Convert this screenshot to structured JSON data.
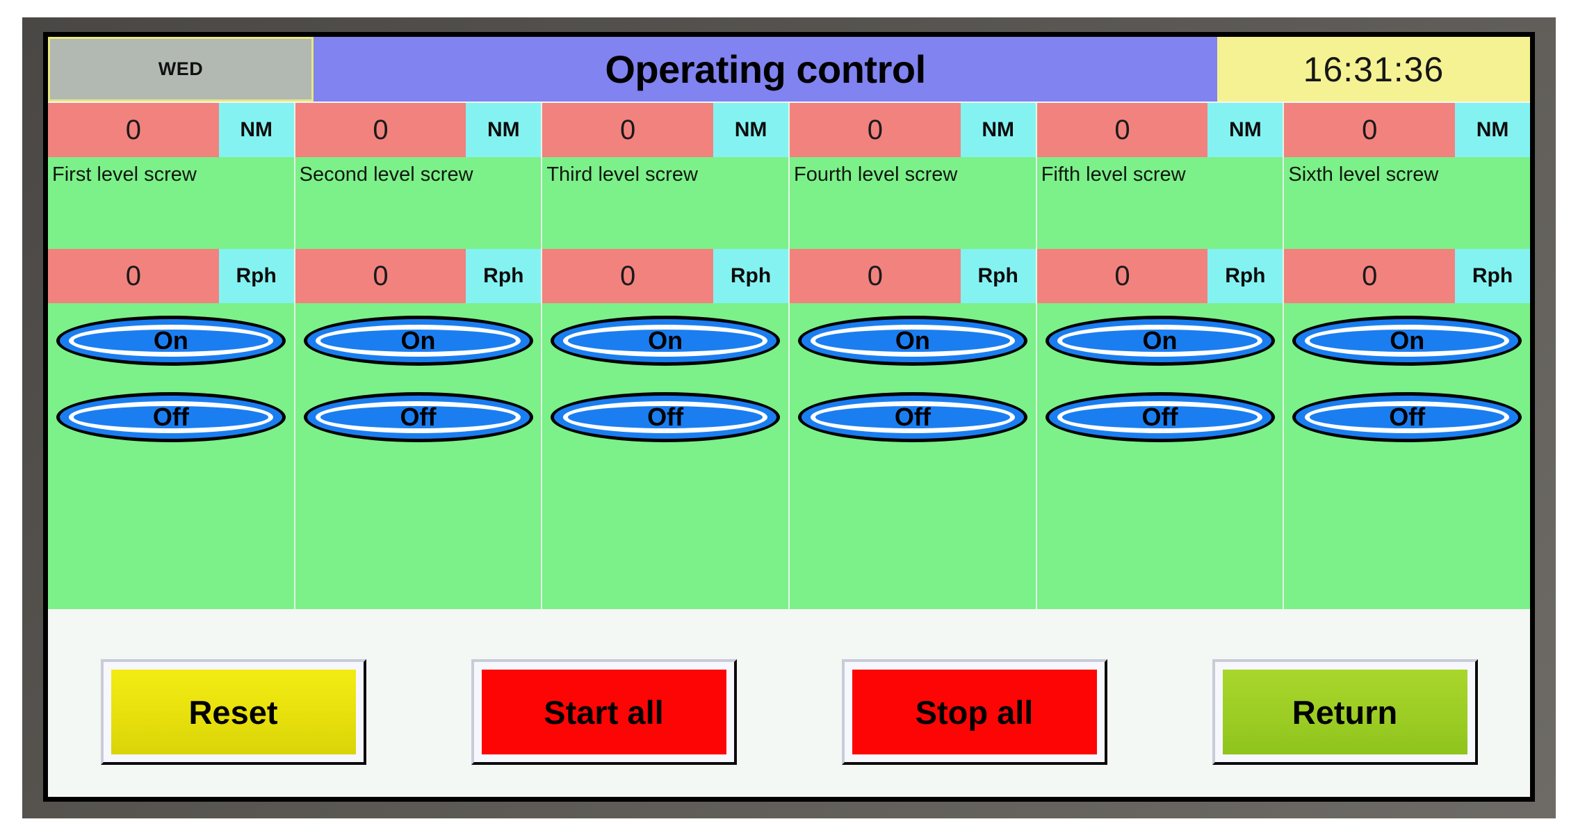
{
  "header": {
    "day_label": "WED",
    "title": "Operating control",
    "clock": "16:31:36",
    "day_bg": "#b2b9b2",
    "title_bg": "#8083f0",
    "clock_bg": "#f5f293"
  },
  "colors": {
    "value_cell": "#f2827e",
    "unit_cell": "#85f2f2",
    "grid_bg": "#7cf089",
    "button_blue": "#1b7ef0",
    "panel_bg": "#f4f8f4",
    "bezel": "#56534f"
  },
  "columns": [
    {
      "label": "First level screw",
      "torque_value": "0",
      "torque_unit": "NM",
      "speed_value": "0",
      "speed_unit": "Rph",
      "on_label": "On",
      "off_label": "Off"
    },
    {
      "label": "Second level screw",
      "torque_value": "0",
      "torque_unit": "NM",
      "speed_value": "0",
      "speed_unit": "Rph",
      "on_label": "On",
      "off_label": "Off"
    },
    {
      "label": "Third level screw",
      "torque_value": "0",
      "torque_unit": "NM",
      "speed_value": "0",
      "speed_unit": "Rph",
      "on_label": "On",
      "off_label": "Off"
    },
    {
      "label": "Fourth level screw",
      "torque_value": "0",
      "torque_unit": "NM",
      "speed_value": "0",
      "speed_unit": "Rph",
      "on_label": "On",
      "off_label": "Off"
    },
    {
      "label": "Fifth level screw",
      "torque_value": "0",
      "torque_unit": "NM",
      "speed_value": "0",
      "speed_unit": "Rph",
      "on_label": "On",
      "off_label": "Off"
    },
    {
      "label": "Sixth level screw",
      "torque_value": "0",
      "torque_unit": "NM",
      "speed_value": "0",
      "speed_unit": "Rph",
      "on_label": "On",
      "off_label": "Off"
    }
  ],
  "actions": [
    {
      "label": "Reset",
      "style": "face-yellow"
    },
    {
      "label": "Start all",
      "style": "face-red"
    },
    {
      "label": "Stop all",
      "style": "face-red"
    },
    {
      "label": "Return",
      "style": "face-green"
    }
  ]
}
